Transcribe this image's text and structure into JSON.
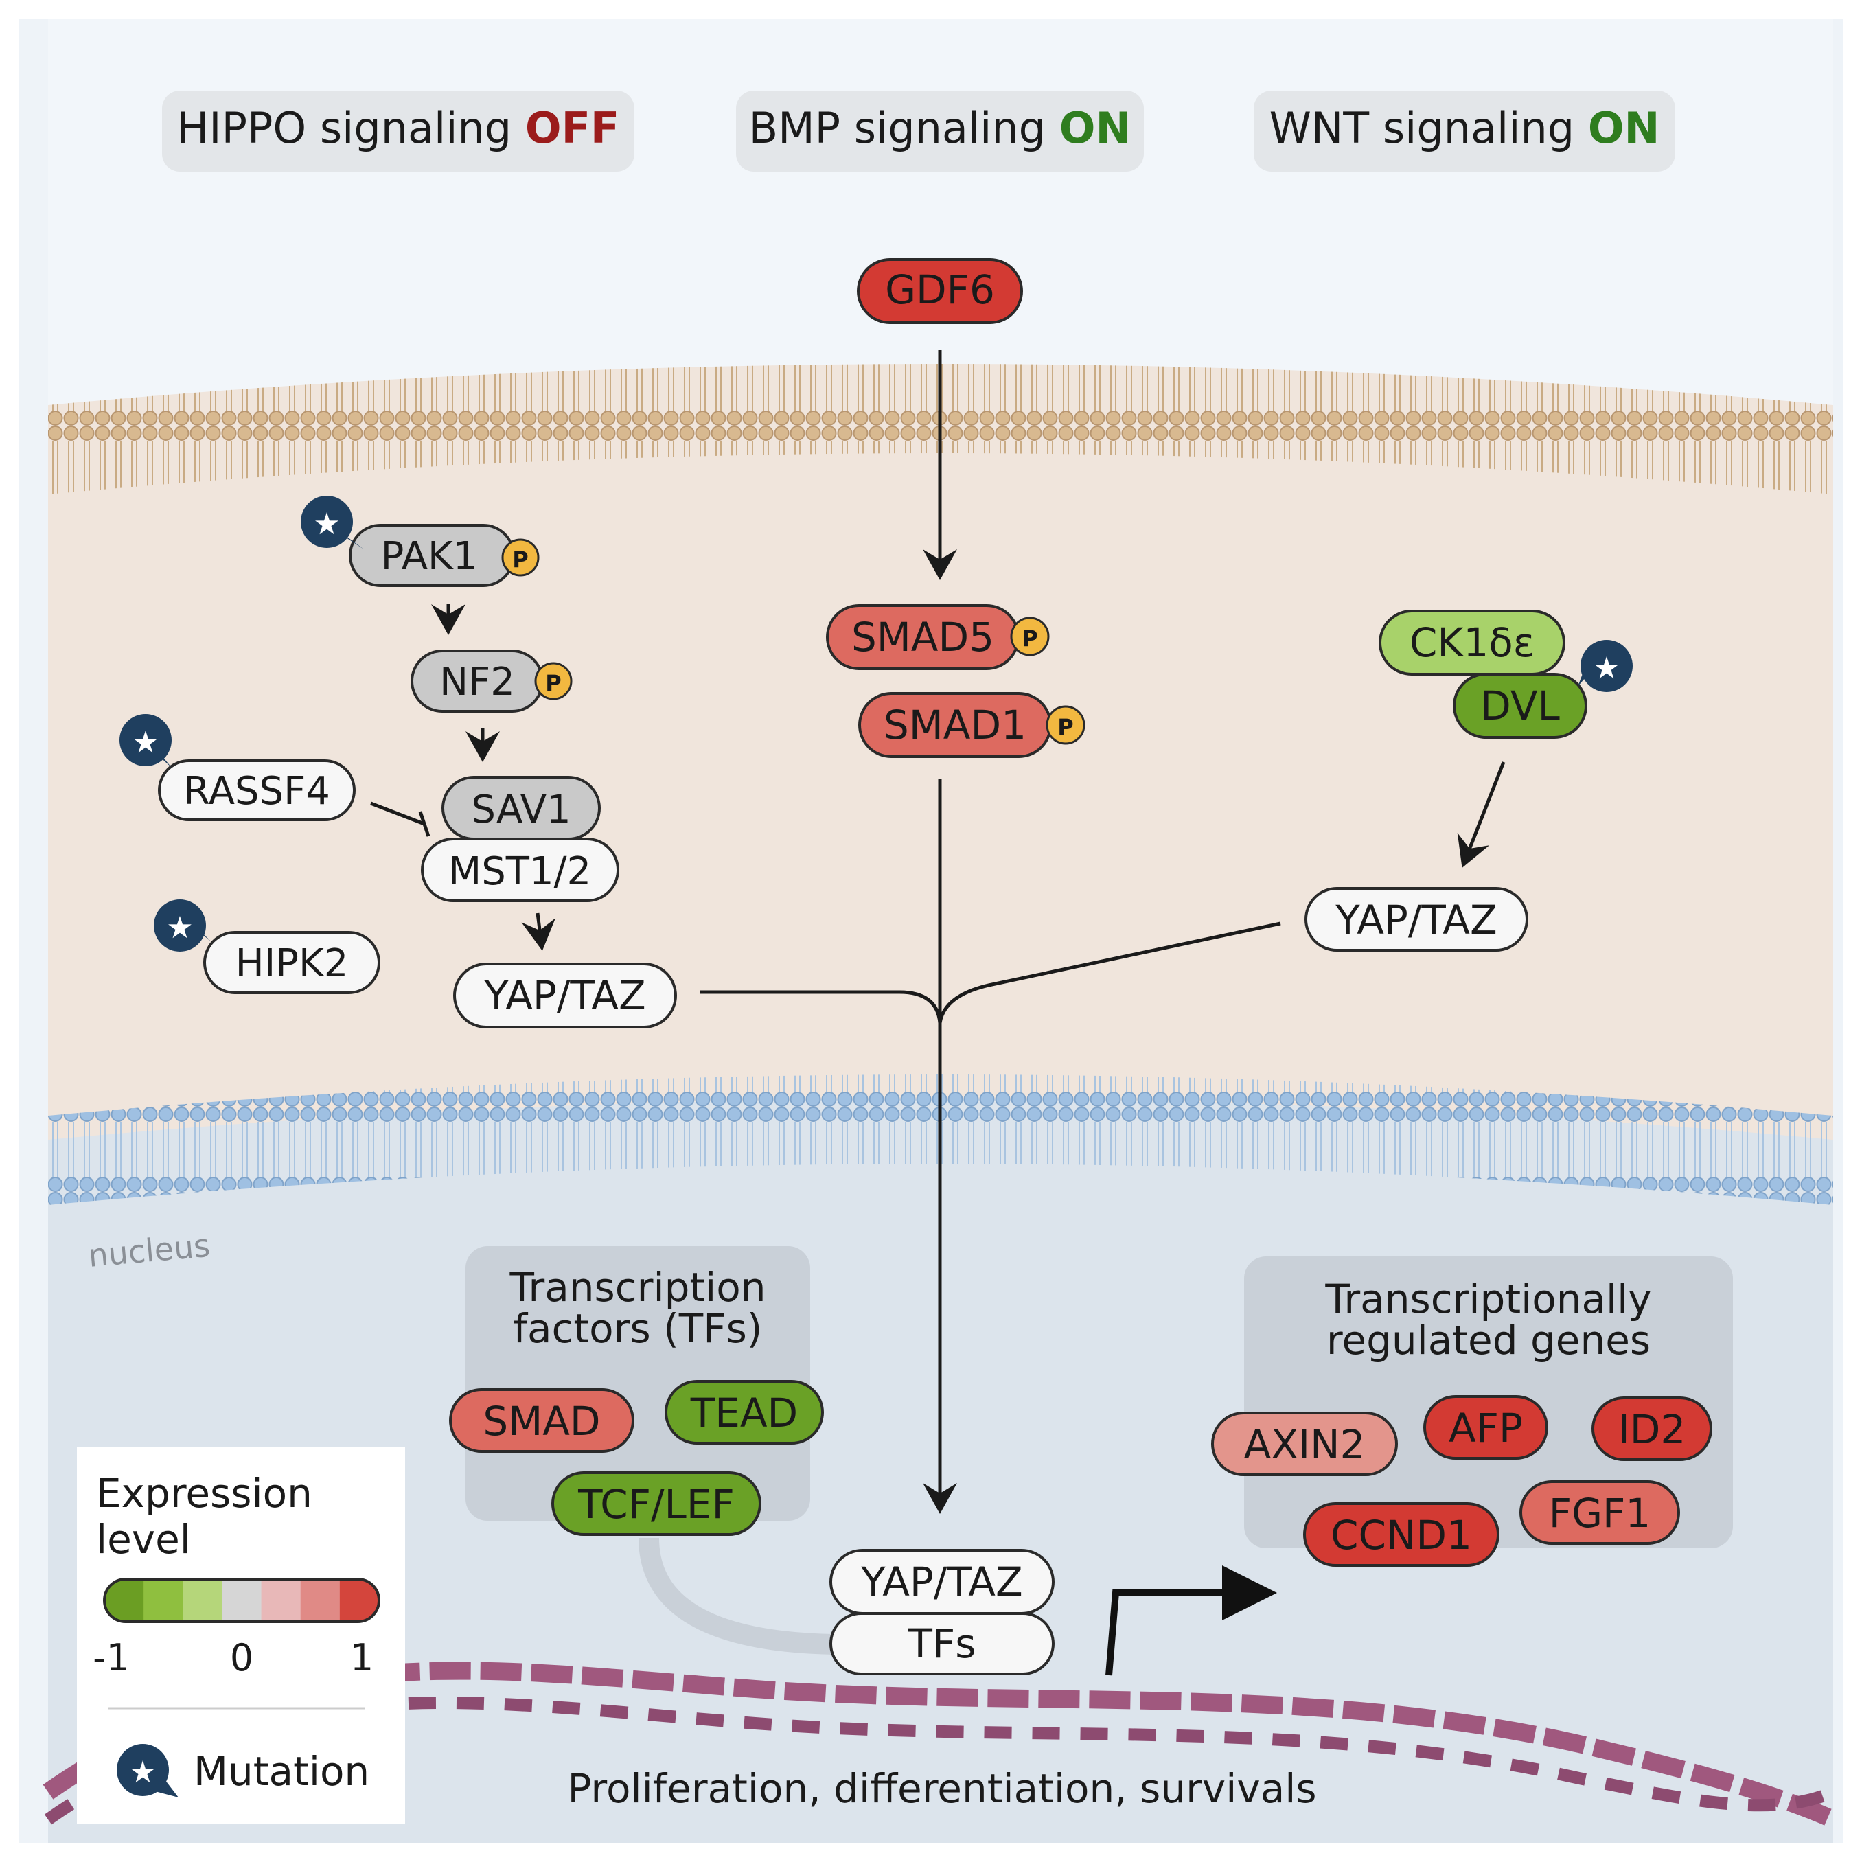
{
  "signals": [
    {
      "name": "HIPPO signaling",
      "state": "OFF",
      "state_color": "#9b1c1c"
    },
    {
      "name": "BMP signaling",
      "state": "ON",
      "state_color": "#2f7d1f"
    },
    {
      "name": "WNT signaling",
      "state": "ON",
      "state_color": "#2f7d1f"
    }
  ],
  "nodes": {
    "gdf6": "GDF6",
    "pak1": "PAK1",
    "nf2": "NF2",
    "rassf4": "RASSF4",
    "sav1": "SAV1",
    "mst12": "MST1/2",
    "hipk2": "HIPK2",
    "yap_taz_left": "YAP/TAZ",
    "smad5": "SMAD5",
    "smad1": "SMAD1",
    "ck1": "CK1δε",
    "dvl": "DVL",
    "yap_taz_right": "YAP/TAZ",
    "yap_taz_nucleus": "YAP/TAZ",
    "tfs": "TFs",
    "phospho": "P"
  },
  "nucleus_label": "nucleus",
  "tf_box": {
    "title_line1": "Transcription",
    "title_line2": "factors (TFs)",
    "items": [
      "SMAD",
      "TEAD",
      "TCF/LEF"
    ]
  },
  "genes_box": {
    "title_line1": "Transcriptionally",
    "title_line2": "regulated genes",
    "items": [
      "AXIN2",
      "AFP",
      "ID2",
      "CCND1",
      "FGF1"
    ]
  },
  "outcome": "Proliferation, differentiation, survivals",
  "legend": {
    "title_line1": "Expression",
    "title_line2": "level",
    "ticks": [
      "-1",
      "0",
      "1"
    ],
    "mutation_label": "Mutation",
    "scale_colors": [
      "#6b9e23",
      "#8fbf3f",
      "#b5d67a",
      "#d6d6d6",
      "#e8b8b8",
      "#e08a86",
      "#d4453c"
    ]
  },
  "colors": {
    "gray_node": "#c9c9c9",
    "white_node": "#f7f7f7",
    "red_dark": "#d33a33",
    "red_mid": "#dd6a60",
    "red_light": "#e3958c",
    "green_light": "#a8d26a",
    "green_dark": "#6aa126",
    "phospho": "#f2b840",
    "mutation_badge": "#1f3f5f"
  }
}
